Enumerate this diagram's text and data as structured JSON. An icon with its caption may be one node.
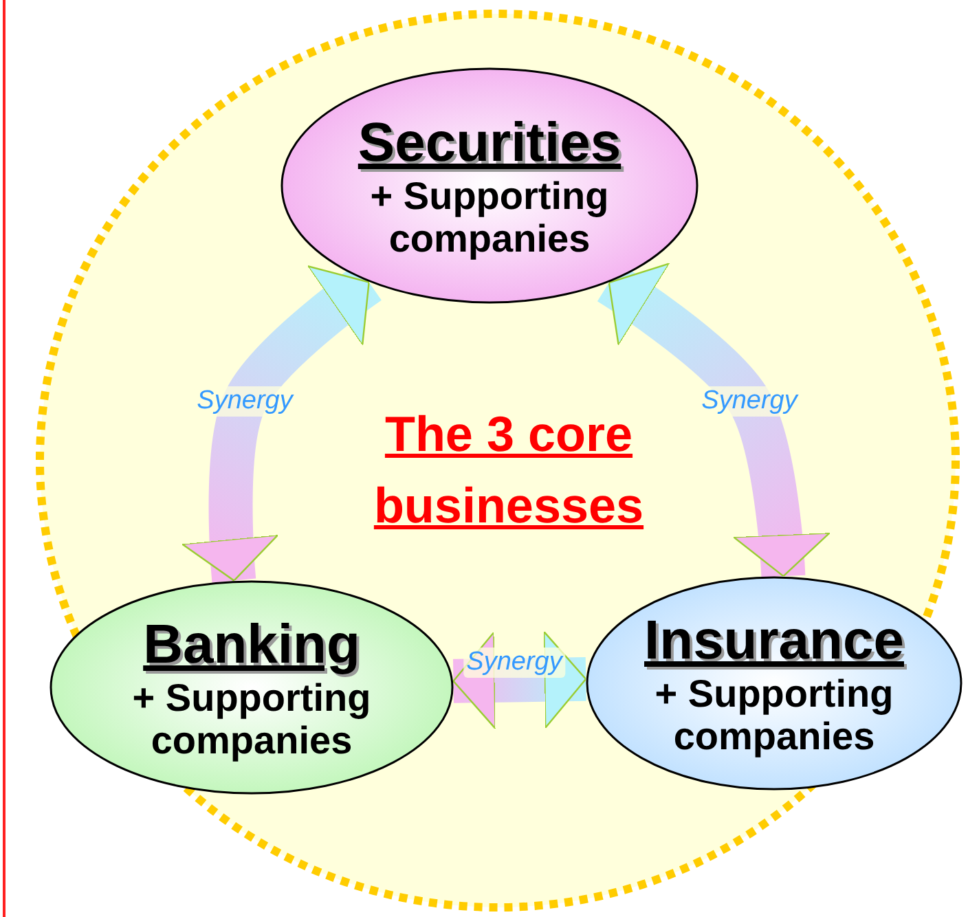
{
  "diagram": {
    "nodes": [
      {
        "text": [
          "Securities",
          "+ Supporting companies"
        ]
      },
      {
        "text": [
          "Banking",
          "+ Supporting companies"
        ]
      },
      {
        "text": [
          "Insurance",
          "+ Supporting companies"
        ]
      }
    ],
    "edges": [
      {
        "from": 0,
        "to": 1,
        "arrow": "both",
        "label": "Synergy"
      },
      {
        "from": 0,
        "to": 2,
        "arrow": "both",
        "label": "Synergy"
      },
      {
        "from": 1,
        "to": 2,
        "arrow": "both",
        "label": "Synergy"
      }
    ],
    "labels": [
      "The 3 core businesses"
    ]
  }
}
